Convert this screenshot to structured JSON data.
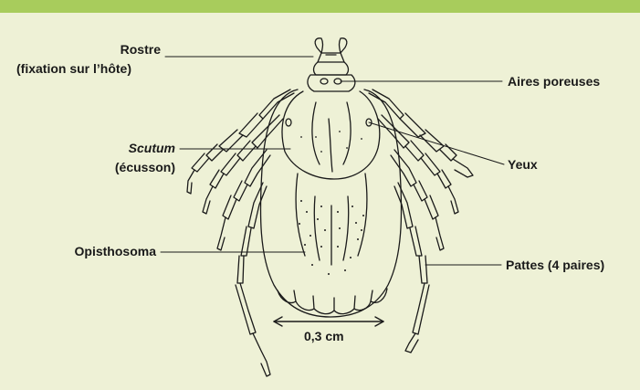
{
  "colors": {
    "background": "#eef1d6",
    "top_bar": "#a8cc5c",
    "line": "#1a1a1a"
  },
  "labels": {
    "rostre": "Rostre",
    "rostre_sub": "(fixation sur l’hôte)",
    "scutum": "Scutum",
    "scutum_sub": "(écusson)",
    "opisthosoma": "Opisthosoma",
    "aires_poreuses": "Aires poreuses",
    "yeux": "Yeux",
    "pattes": "Pattes (4 paires)"
  },
  "scale": {
    "label": "0,3 cm"
  }
}
